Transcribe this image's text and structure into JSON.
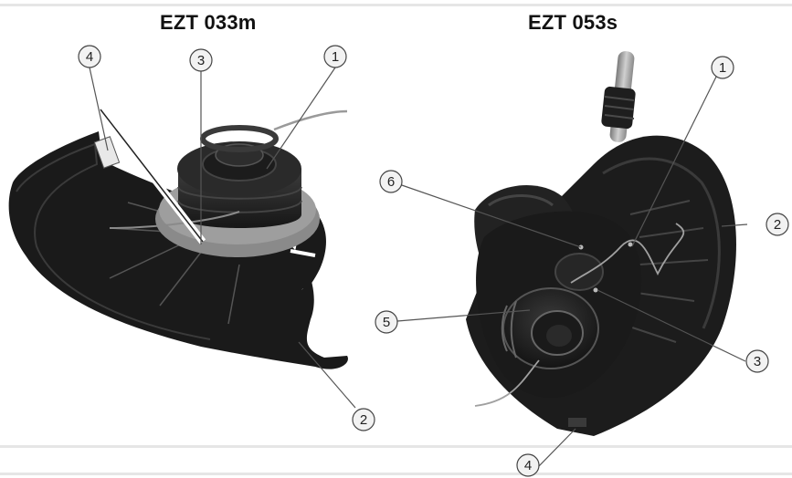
{
  "left": {
    "title": "EZT 033m",
    "callouts": [
      "4",
      "3",
      "1",
      "2"
    ]
  },
  "right": {
    "title": "EZT 053s",
    "callouts": [
      "1",
      "6",
      "2",
      "5",
      "3",
      "4"
    ]
  },
  "colors": {
    "body": "#1c1c1c",
    "spool": "#262626",
    "grey_ring": "#8a8a8a",
    "lines": "#9a9a9a",
    "callout_fill": "#f2f2f2",
    "rule": "#e6e6e6"
  }
}
